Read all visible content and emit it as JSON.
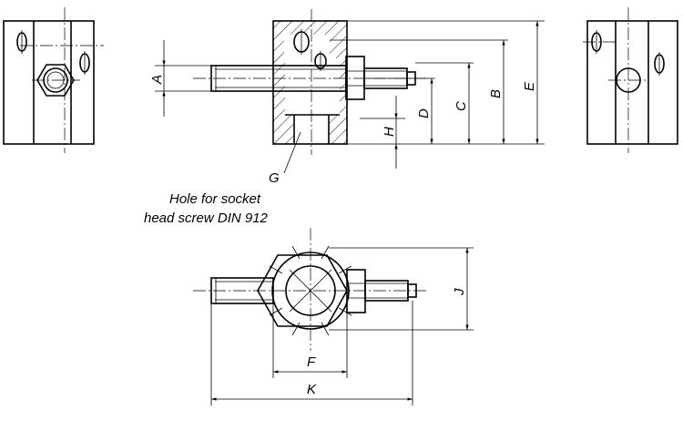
{
  "dimensions": {
    "A": "A",
    "B": "B",
    "C": "C",
    "D": "D",
    "E": "E",
    "F": "F",
    "G": "G",
    "H": "H",
    "J": "J",
    "K": "K"
  },
  "note": {
    "line1": "Hole for socket",
    "line2": "head screw DIN 912"
  }
}
